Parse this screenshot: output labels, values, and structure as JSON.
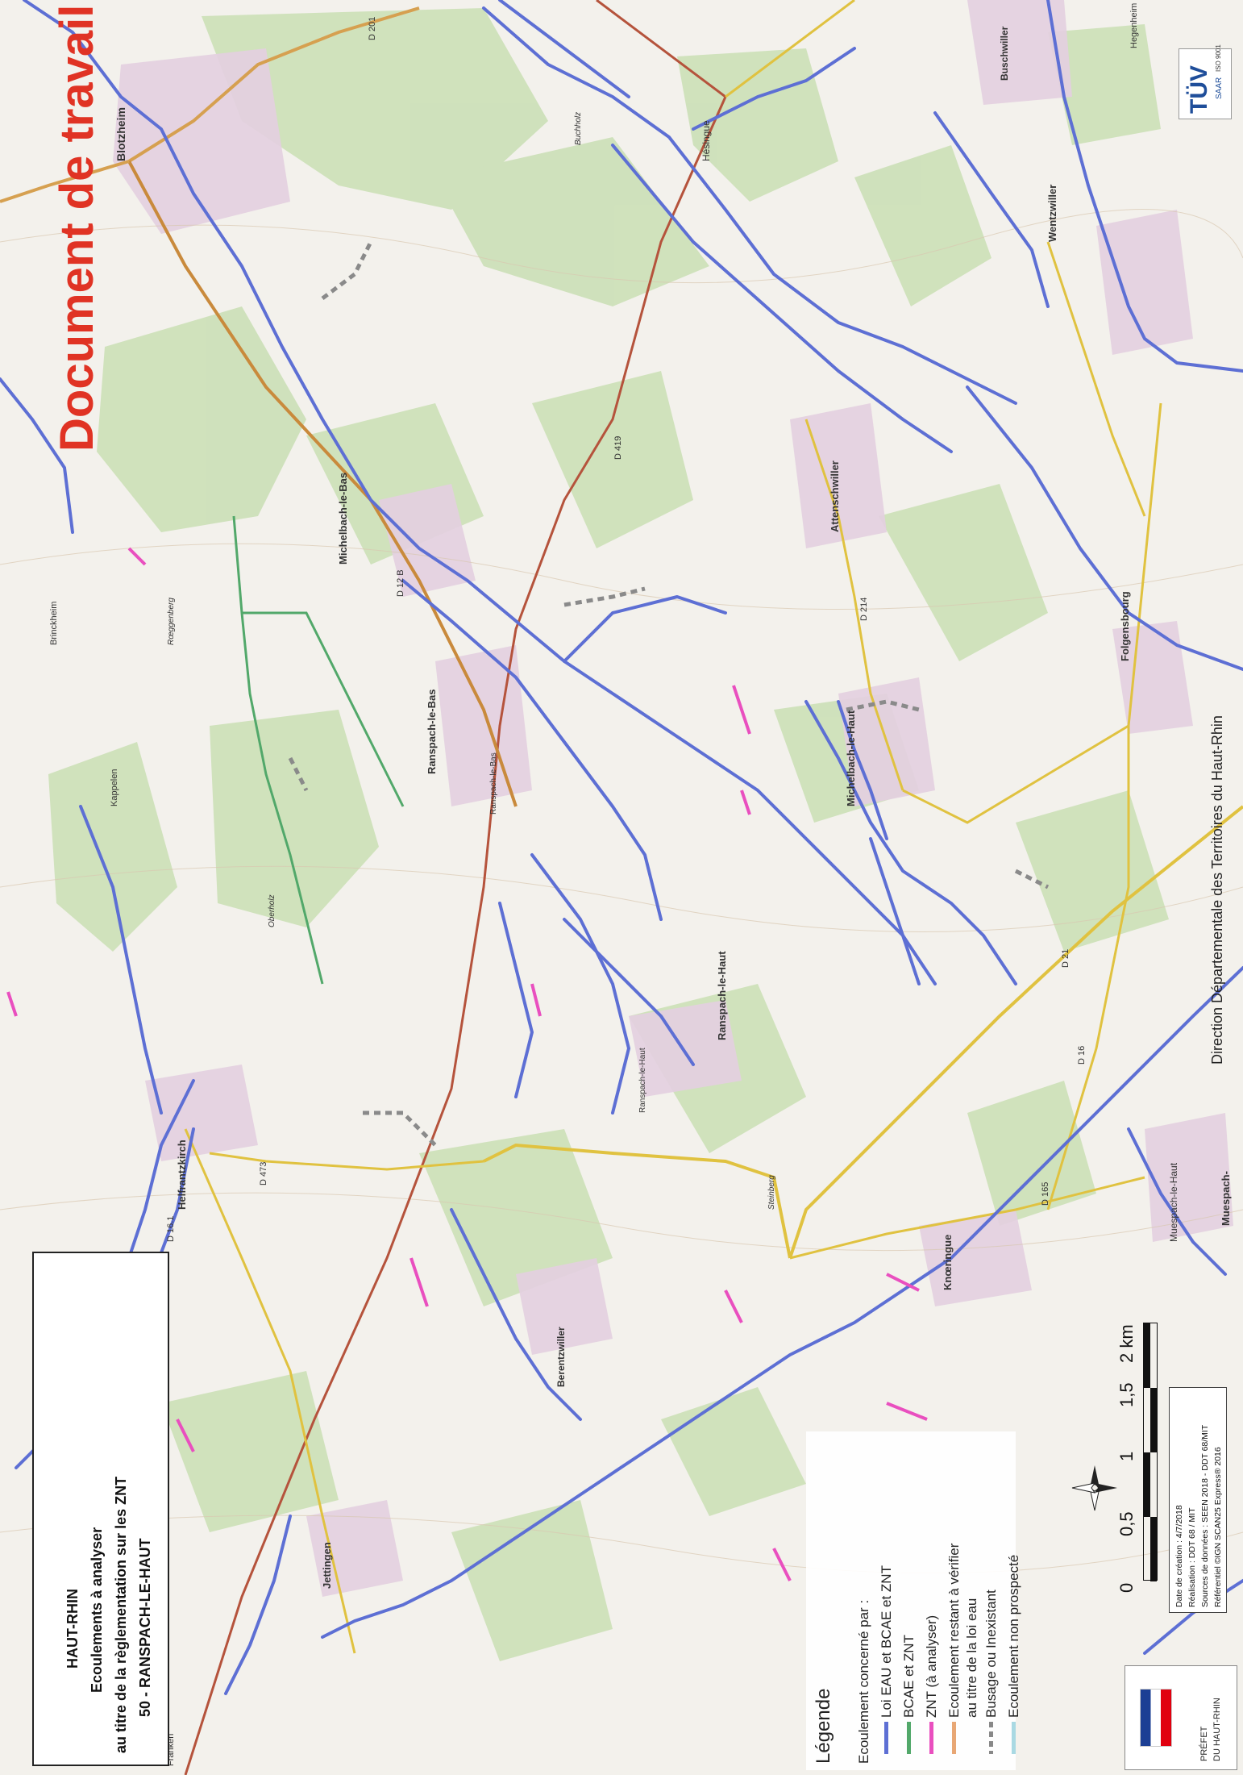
{
  "title": {
    "department": "HAUT-RHIN",
    "line1": "Ecoulements à analyser",
    "line2": "au titre de la règlementation sur les ZNT",
    "line3": "50 - RANSPACH-LE-HAUT"
  },
  "watermark": "Document de travail",
  "legend": {
    "heading": "Légende",
    "subheading": "Ecoulement concerné par :",
    "items": [
      {
        "label": "Loi EAU et BCAE et ZNT",
        "color": "#5d6fd4",
        "style": "solid"
      },
      {
        "label": "BCAE et ZNT",
        "color": "#52a86a",
        "style": "solid"
      },
      {
        "label": "ZNT (à analyser)",
        "color": "#e94fbf",
        "style": "solid"
      },
      {
        "label": "Ecoulement restant à vérifier",
        "label2": "au titre de la loi eau",
        "color": "#e8a775",
        "style": "solid"
      },
      {
        "label": "Busage ou Inexistant",
        "color": "#888888",
        "style": "dashed"
      },
      {
        "label": "Ecoulement non prospecté",
        "color": "#a9d9e3",
        "style": "solid"
      }
    ]
  },
  "scale_bar": {
    "ticks": [
      "0",
      "0,5",
      "1",
      "1,5",
      "2 km"
    ]
  },
  "credits": {
    "line1": "Date de création : 4/7/2018",
    "line2": "Réalisation : DDT 68 / MIT",
    "line3": "Sources de données : SEEN 2018 - DDT 68/MIT",
    "line4": "Référentiel ©IGN SCAN25 Express® 2016"
  },
  "footer_org": "Direction Départementale des Territoires du Haut-Rhin",
  "prefet": {
    "line1": "PRÉFET",
    "line2": "DU HAUT-RHIN"
  },
  "certification": {
    "brand": "TÜV",
    "sub": "SAAR",
    "iso": "ISO 9001"
  },
  "places": [
    {
      "name": "Blotzheim",
      "size": 14,
      "bold": true
    },
    {
      "name": "Michelbach-le-Bas",
      "size": 13,
      "bold": true
    },
    {
      "name": "Ranspach-le-Bas",
      "size": 13,
      "bold": true
    },
    {
      "name": "Ranspach-le-Haut",
      "size": 13,
      "bold": true
    },
    {
      "name": "Michelbach-le-Haut",
      "size": 13,
      "bold": true
    },
    {
      "name": "Attenschwiller",
      "size": 13,
      "bold": true
    },
    {
      "name": "Folgensbourg",
      "size": 13,
      "bold": true
    },
    {
      "name": "Wentzwiller",
      "size": 13,
      "bold": true
    },
    {
      "name": "Buschwiller",
      "size": 12,
      "bold": true
    },
    {
      "name": "Hésingue",
      "size": 12,
      "bold": false
    },
    {
      "name": "Helfrantzkirch",
      "size": 13,
      "bold": true
    },
    {
      "name": "Knœringue",
      "size": 13,
      "bold": true
    },
    {
      "name": "Berentzwiller",
      "size": 12,
      "bold": true
    },
    {
      "name": "Jettingen",
      "size": 13,
      "bold": true
    },
    {
      "name": "Muespach-le-Haut",
      "size": 12,
      "bold": false
    },
    {
      "name": "Muespach-",
      "size": 13,
      "bold": true
    },
    {
      "name": "Brinckheim",
      "size": 11,
      "bold": false
    },
    {
      "name": "Kappelen",
      "size": 11,
      "bold": false
    },
    {
      "name": "Hegenheim",
      "size": 11,
      "bold": false
    },
    {
      "name": "Franken",
      "size": 11,
      "bold": false
    },
    {
      "name": "Rœggenberg",
      "size": 10,
      "bold": false
    },
    {
      "name": "Oberholz",
      "size": 10,
      "bold": false
    },
    {
      "name": "Buchholz",
      "size": 10,
      "bold": false
    },
    {
      "name": "Steinberg",
      "size": 10,
      "bold": false
    },
    {
      "name": "Ranspach-le-Bas",
      "size": 10,
      "bold": false
    },
    {
      "name": "Ranspach-le-Haut",
      "size": 10,
      "bold": false
    }
  ],
  "roads": [
    "D 419",
    "D 21",
    "D 16",
    "D 201",
    "D 12 B",
    "D 214",
    "D 473",
    "D 165",
    "D 16.1",
    "D 473"
  ]
}
